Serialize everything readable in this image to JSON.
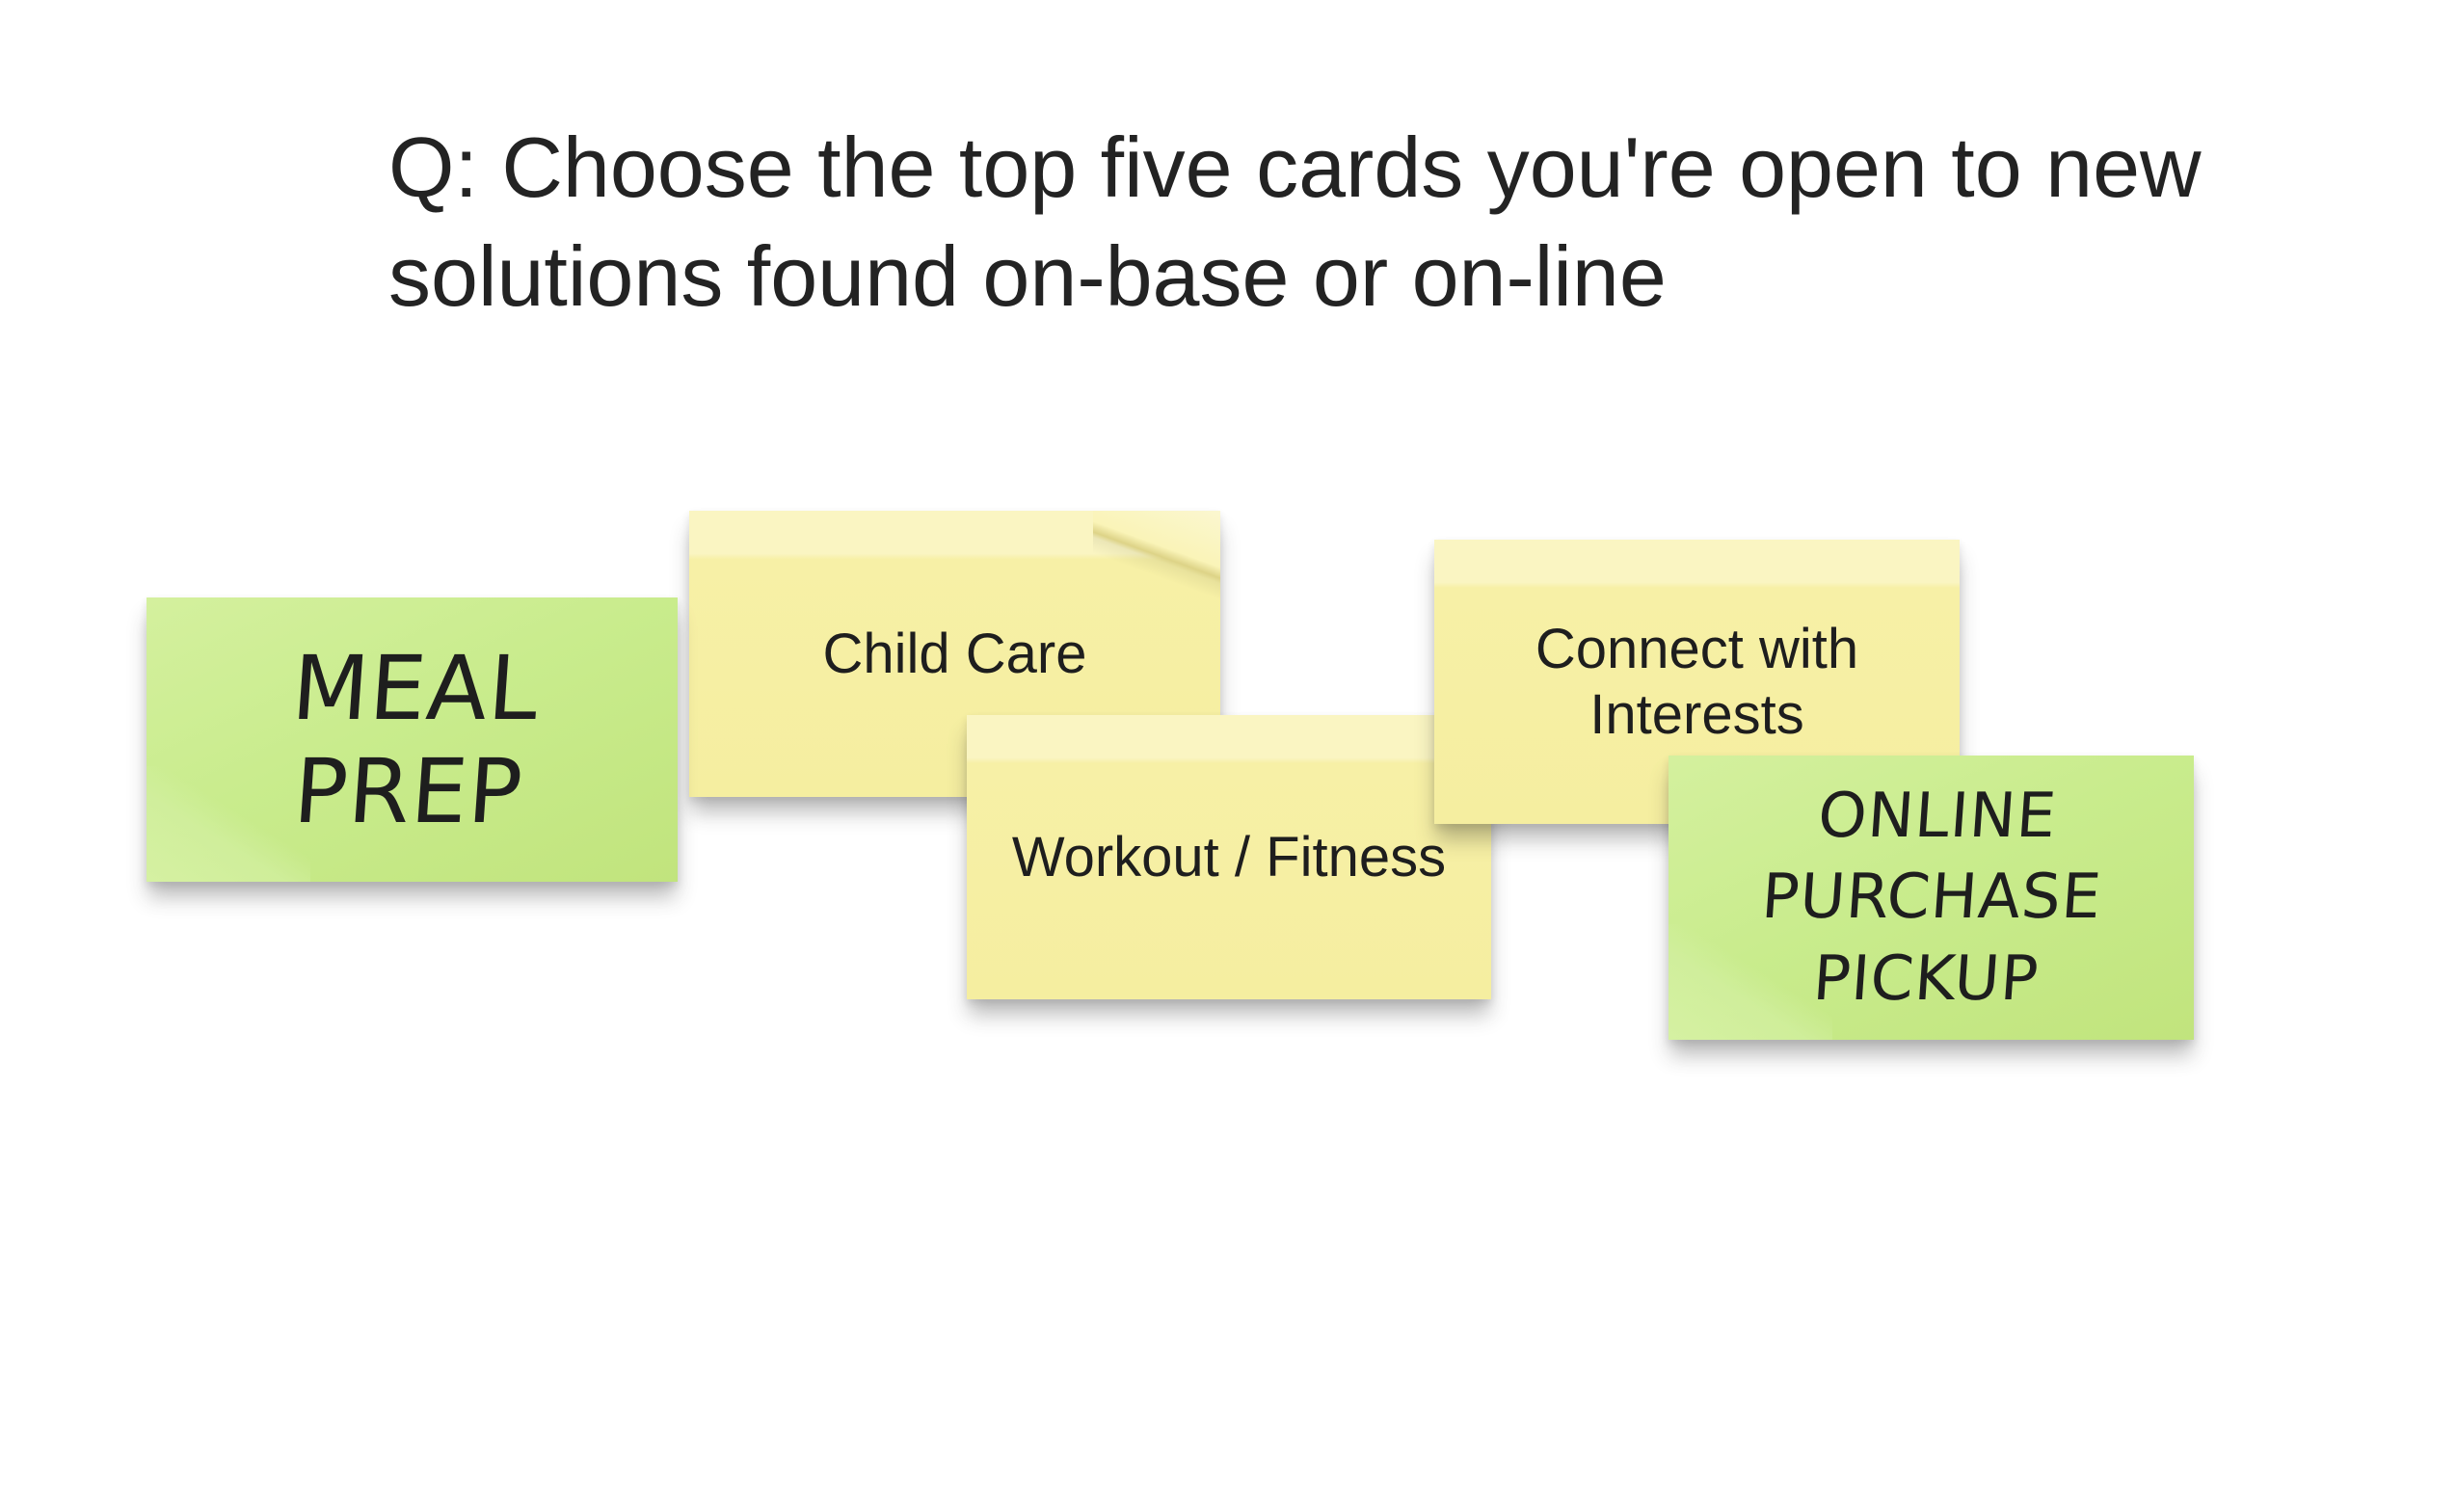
{
  "board": {
    "question": {
      "line1": "Q: Choose the top five cards you're open to new",
      "line2": "solutions found on-base or on-line"
    },
    "cards": [
      {
        "id": "meal-prep",
        "label": "MEAL PREP",
        "color": "#c9ec8d",
        "text_style": "marker"
      },
      {
        "id": "child-care",
        "label": "Child Care",
        "color": "#f7f0a6",
        "text_style": "sans"
      },
      {
        "id": "workout-fitness",
        "label": "Workout / Fitness",
        "color": "#f7f0a6",
        "text_style": "sans"
      },
      {
        "id": "connect-with-interests",
        "label": "Connect with Interests",
        "color": "#f7f0a6",
        "text_style": "sans"
      },
      {
        "id": "online-purchase-pickup",
        "label": "ONLINE PURCHASE PICKUP",
        "color": "#c9ec8d",
        "text_style": "marker"
      }
    ],
    "palette": {
      "sticky_yellow": "#f7f0a6",
      "sticky_green": "#c9ec8d",
      "label_text": "#1e1e1e",
      "title_text": "#232323",
      "background": "#ffffff"
    }
  }
}
